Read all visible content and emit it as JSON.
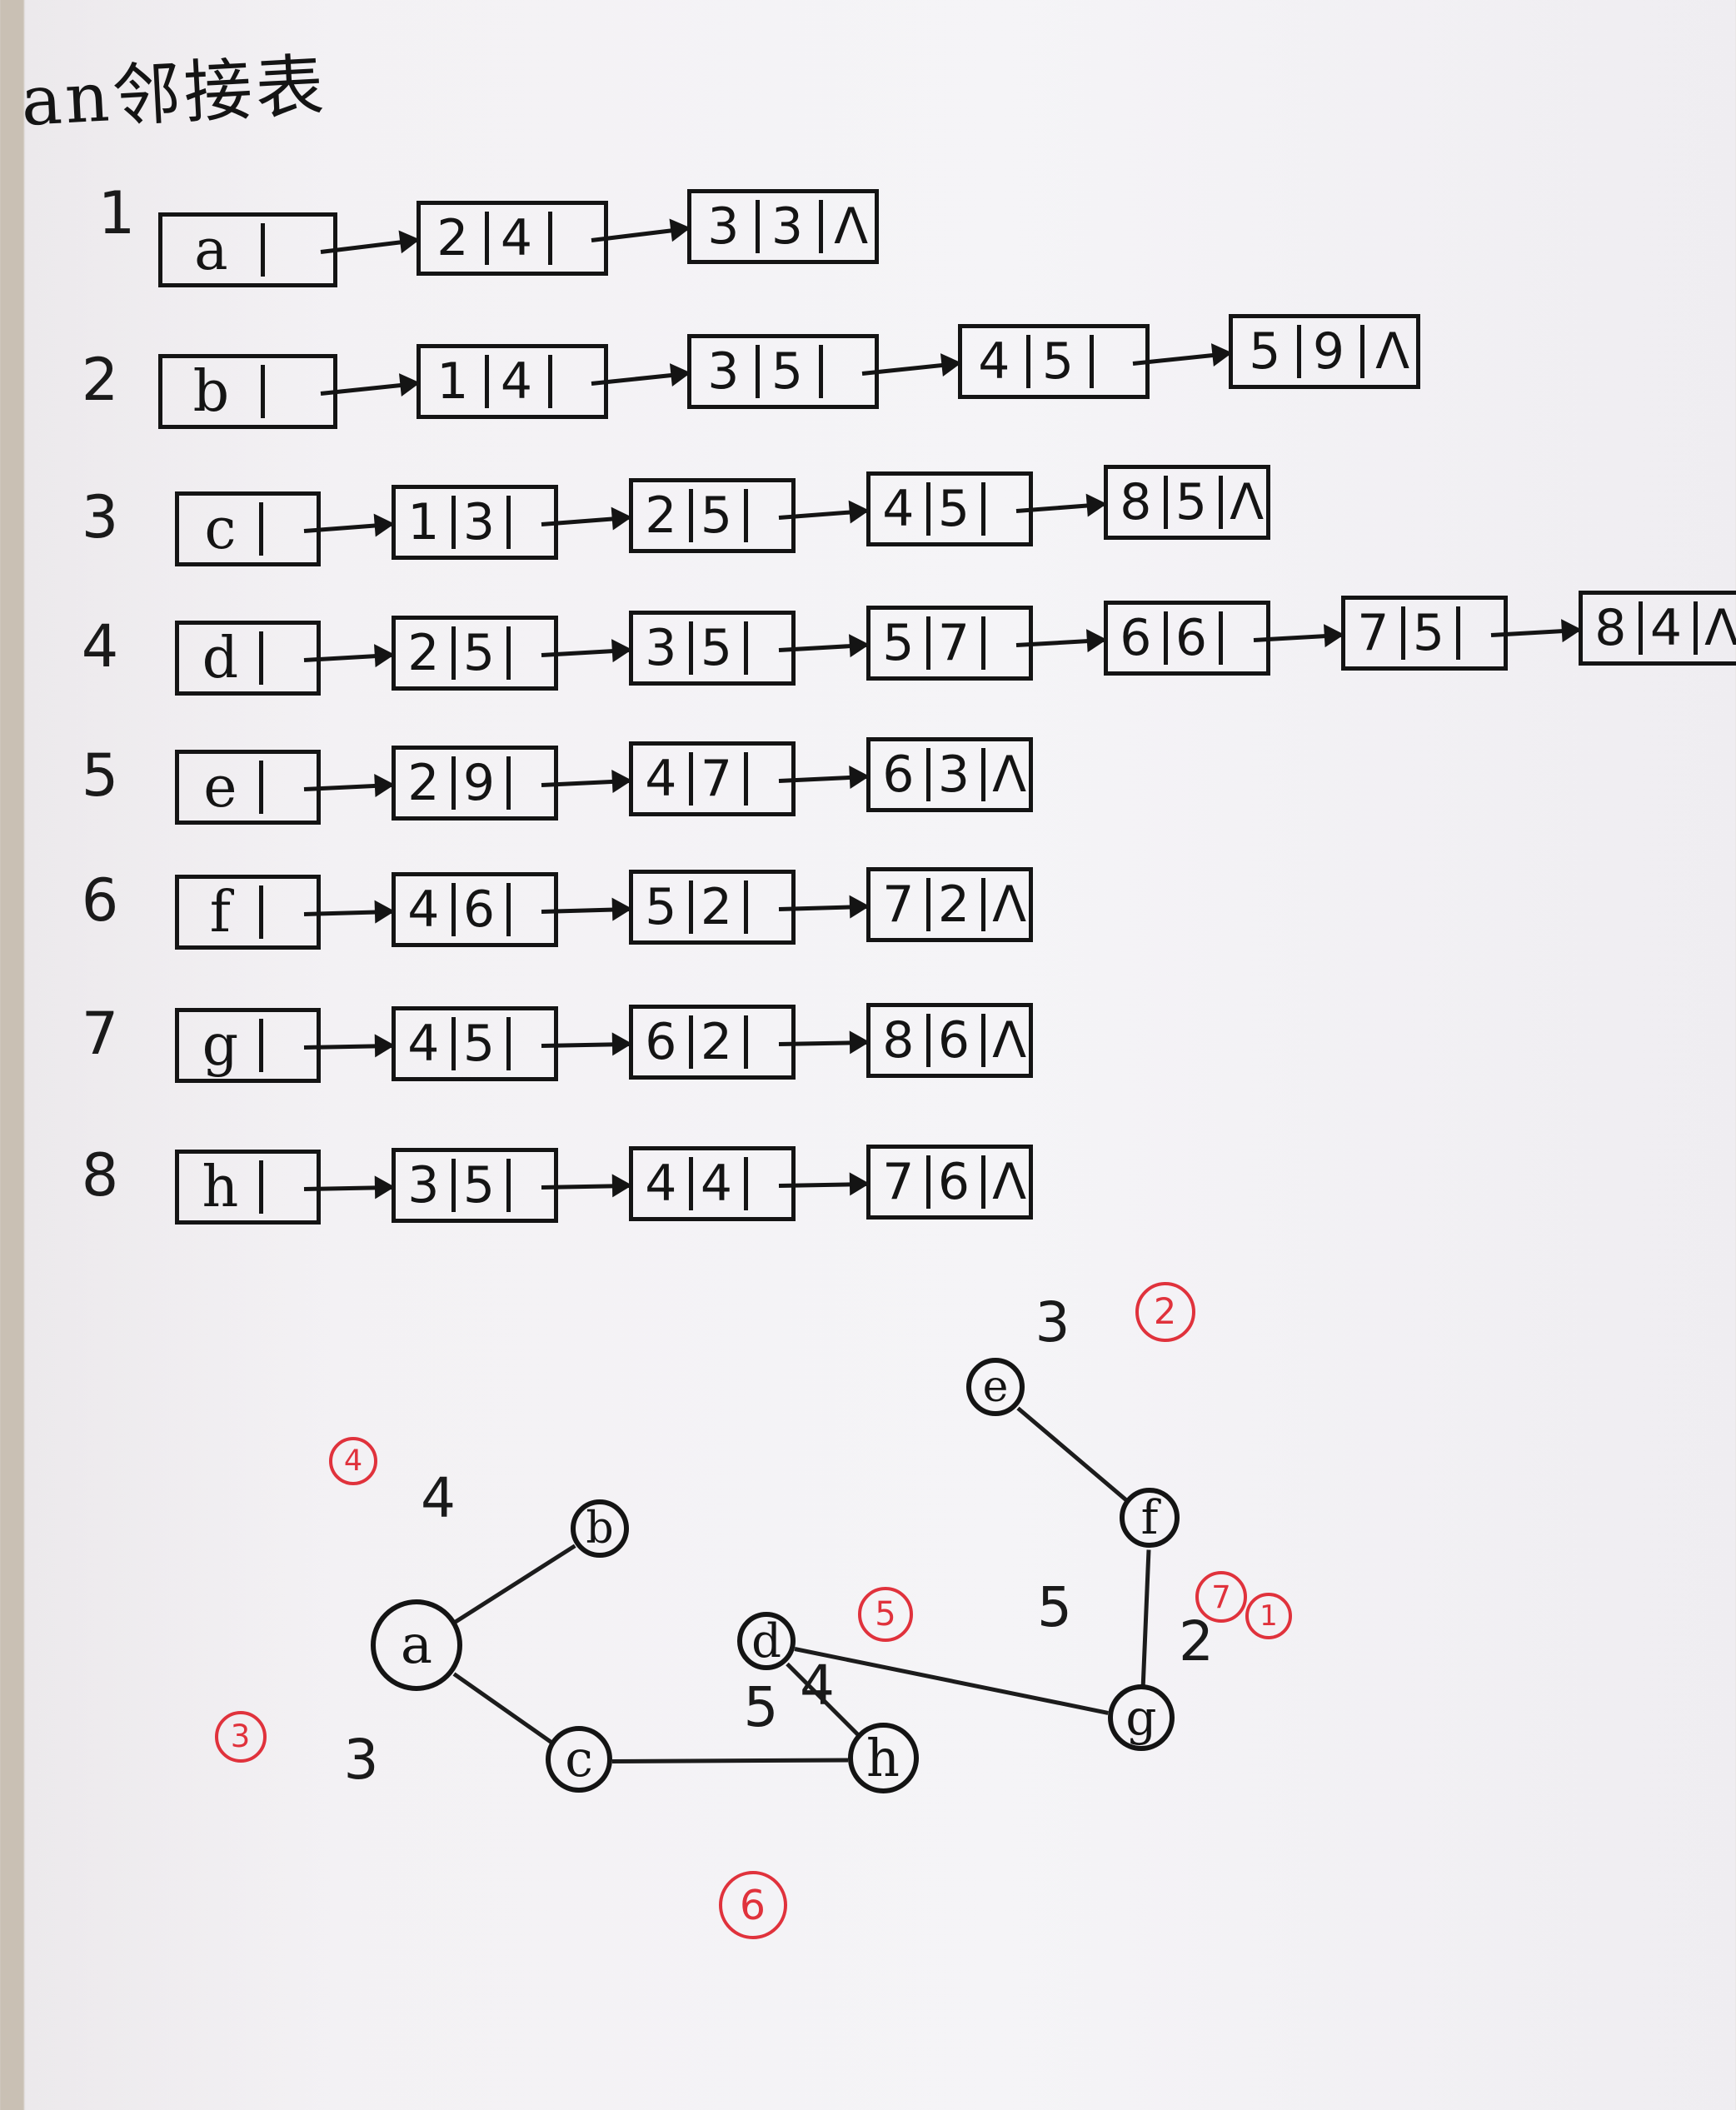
{
  "title": "an邻接表",
  "adjacency_list": [
    {
      "index": "1",
      "vertex": "a",
      "edges": [
        [
          "2",
          "4"
        ],
        [
          "3",
          "3"
        ]
      ]
    },
    {
      "index": "2",
      "vertex": "b",
      "edges": [
        [
          "1",
          "4"
        ],
        [
          "3",
          "5"
        ],
        [
          "4",
          "5"
        ],
        [
          "5",
          "9"
        ]
      ]
    },
    {
      "index": "3",
      "vertex": "c",
      "edges": [
        [
          "1",
          "3"
        ],
        [
          "2",
          "5"
        ],
        [
          "4",
          "5"
        ],
        [
          "8",
          "5"
        ]
      ]
    },
    {
      "index": "4",
      "vertex": "d",
      "edges": [
        [
          "2",
          "5"
        ],
        [
          "3",
          "5"
        ],
        [
          "5",
          "7"
        ],
        [
          "6",
          "6"
        ],
        [
          "7",
          "5"
        ],
        [
          "8",
          "4"
        ]
      ]
    },
    {
      "index": "5",
      "vertex": "e",
      "edges": [
        [
          "2",
          "9"
        ],
        [
          "4",
          "7"
        ],
        [
          "6",
          "3"
        ]
      ]
    },
    {
      "index": "6",
      "vertex": "f",
      "edges": [
        [
          "4",
          "6"
        ],
        [
          "5",
          "2"
        ],
        [
          "7",
          "2"
        ]
      ]
    },
    {
      "index": "7",
      "vertex": "g",
      "edges": [
        [
          "4",
          "5"
        ],
        [
          "6",
          "2"
        ],
        [
          "8",
          "6"
        ]
      ]
    },
    {
      "index": "8",
      "vertex": "h",
      "edges": [
        [
          "3",
          "5"
        ],
        [
          "4",
          "4"
        ],
        [
          "7",
          "6"
        ]
      ]
    }
  ],
  "null_symbol": "Λ",
  "tree": {
    "nodes": [
      "a",
      "b",
      "c",
      "d",
      "e",
      "f",
      "g",
      "h"
    ],
    "edges": [
      {
        "from": "a",
        "to": "b",
        "weight": "4",
        "order": "4"
      },
      {
        "from": "a",
        "to": "c",
        "weight": "3",
        "order": "3"
      },
      {
        "from": "c",
        "to": "h",
        "weight": "5",
        "order": "6"
      },
      {
        "from": "d",
        "to": "h",
        "weight": "4",
        "order": "5"
      },
      {
        "from": "d",
        "to": "g",
        "weight": "5",
        "order": "7"
      },
      {
        "from": "e",
        "to": "f",
        "weight": "3",
        "order": "2"
      },
      {
        "from": "f",
        "to": "g",
        "weight": "2",
        "order": "1"
      }
    ]
  },
  "colors": {
    "ink": "#141414",
    "red": "#e0323c",
    "paper": "#f3f1f4"
  }
}
